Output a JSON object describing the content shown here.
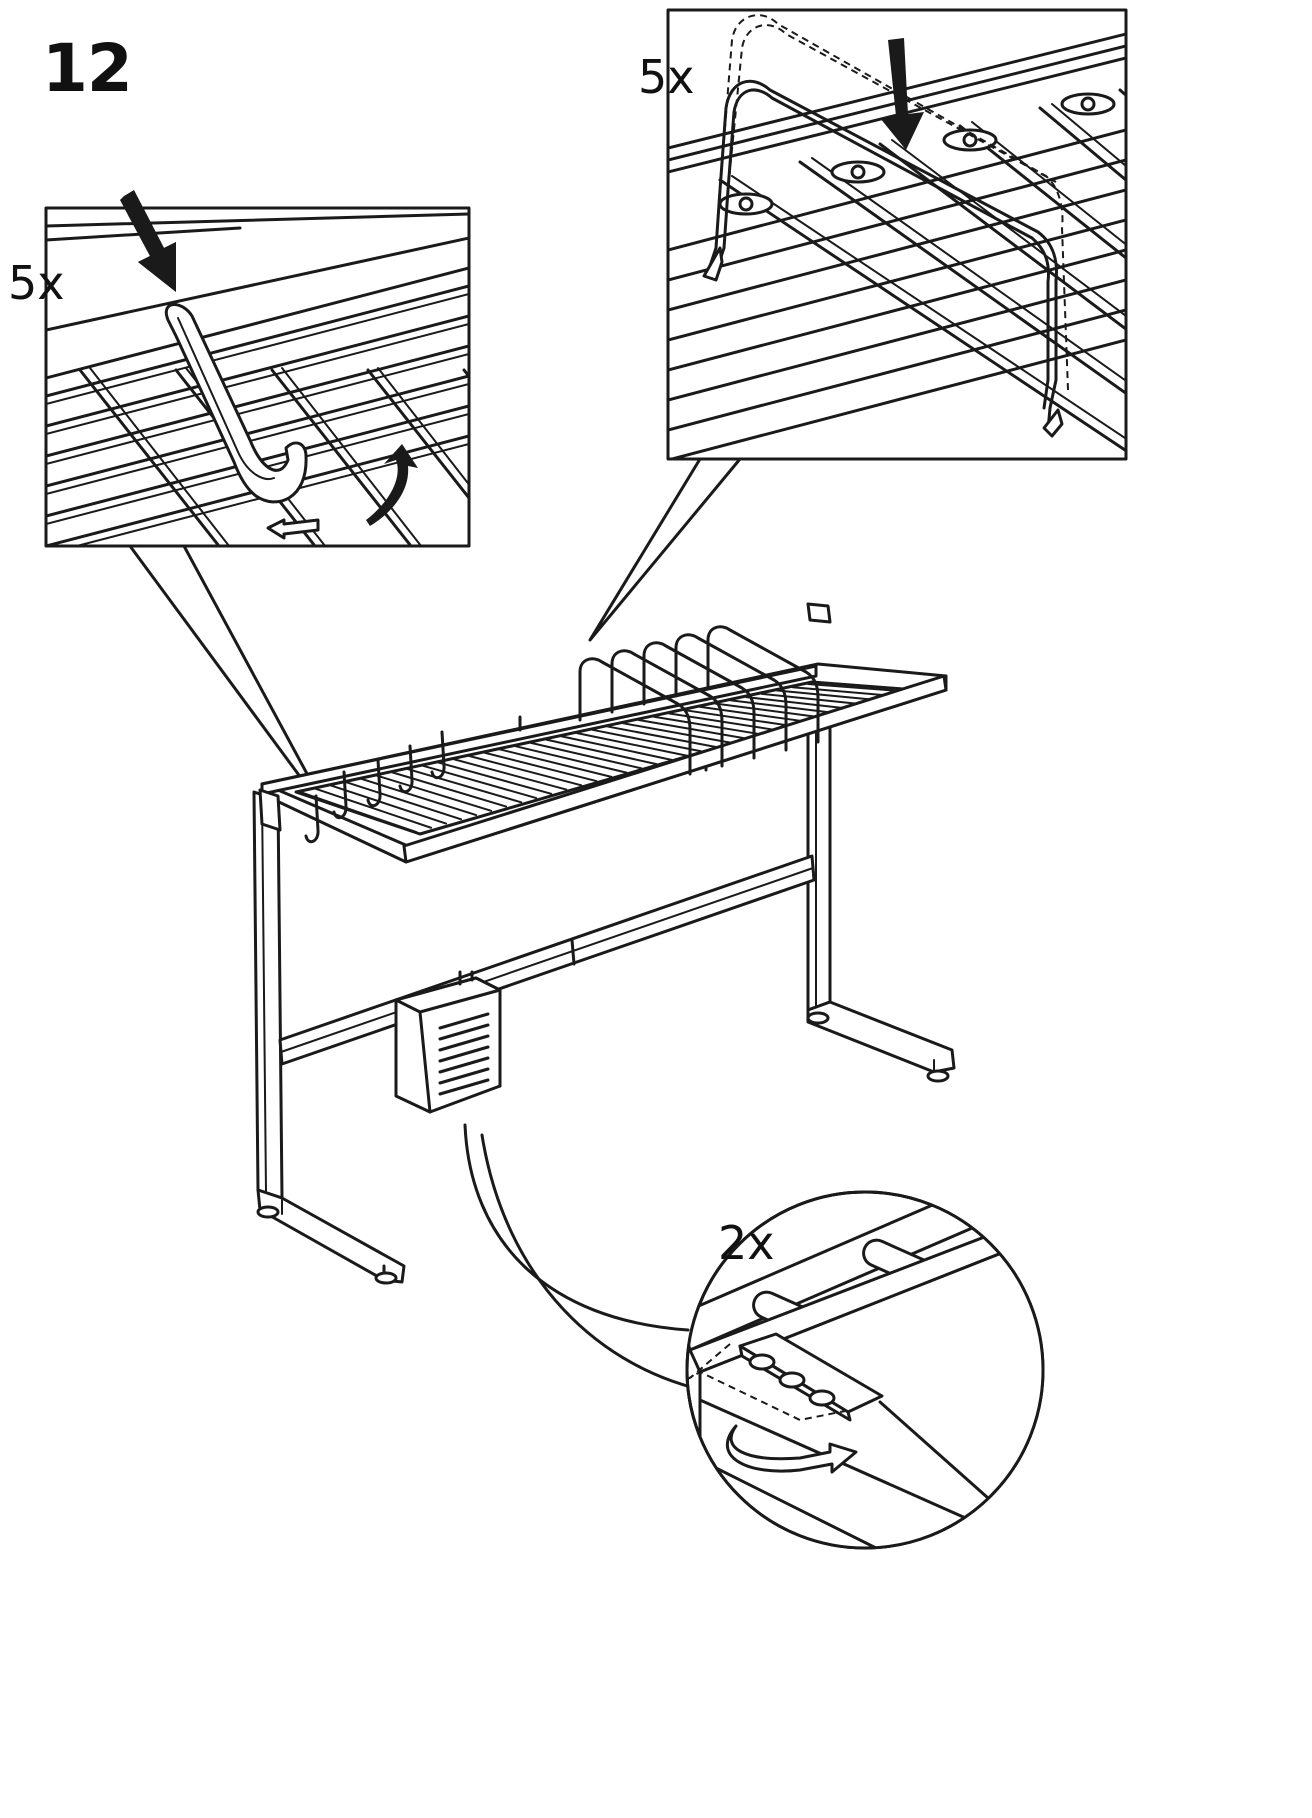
{
  "step": {
    "number": "12"
  },
  "callouts": {
    "hook": {
      "quantity": "5x"
    },
    "divider": {
      "quantity": "5x"
    },
    "basket": {
      "quantity": "2x"
    }
  },
  "colors": {
    "line": "#1a1a1a",
    "background": "#ffffff"
  }
}
